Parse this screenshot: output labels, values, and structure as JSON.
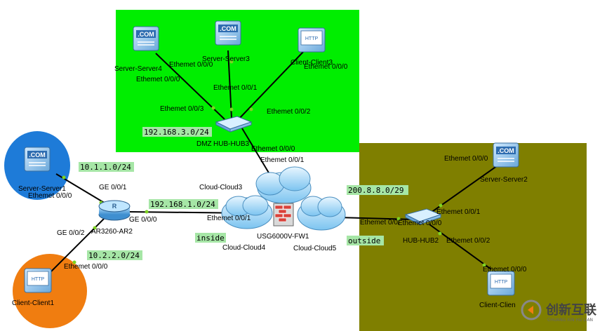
{
  "zones": {
    "dmz_color": "#00ee00",
    "outside_color": "#7f7f00",
    "server1_bg": "#1e7bd8",
    "client1_bg": "#f07d10"
  },
  "devices": {
    "server4": "Server-Server4",
    "server3": "Server-Server3",
    "client3": "Client-Client3",
    "hub3": "HUB-HUB3",
    "server1": "Server-Server1",
    "router": "AR3260-AR2",
    "cloud3": "Cloud-Cloud3",
    "cloud4": "Cloud-Cloud4",
    "cloud5": "Cloud-Cloud5",
    "firewall": "USG6000V-FW1",
    "client1": "Client-Client1",
    "server2": "Server-Server2",
    "hub2": "HUB-HUB2",
    "client2": "Client-Clien"
  },
  "zone_labels": {
    "dmz": "DMZ",
    "inside": "inside",
    "outside": "outside"
  },
  "networks": {
    "dmz": "192.168.3.0/24",
    "server1": "10.1.1.0/24",
    "router_fw": "192.168.1.0/24",
    "client1": "10.2.2.0/24",
    "outside": "200.8.8.0/29"
  },
  "ports": {
    "s4_eth": "Ethemet 0/0/0",
    "hub3_s4": "Ethemet 0/0/0",
    "hub3_eth3": "Ethemet 0/0/3",
    "hub3_eth1": "Ethemet 0/0/1",
    "hub3_eth2": "Ethemet 0/0/2",
    "c3_eth": "Ethemet 0/0/0",
    "hub3_eth0": "Ethemet 0/0/0",
    "cloud3_eth1": "Ethemet 0/0/1",
    "s1_eth": "Ethemet 0/0/0",
    "r_ge001": "GE 0/0/1",
    "r_ge000": "GE 0/0/0",
    "r_ge002": "GE 0/0/2",
    "c1_eth": "Ethemet 0/0/0",
    "cloud4_eth1": "Ethemet 0/0/1",
    "cloud5_eth": "Ethemet 0/0/",
    "hub2_eth0": "Ethemet 0/0/0",
    "s2_eth": "Ethemet 0/0/0",
    "hub2_eth1": "Ethemet 0/0/1",
    "hub2_eth2": "Ethemet 0/0/2",
    "c2_eth": "Ethemet 0/0/0"
  },
  "watermark": {
    "main": "创新互联",
    "sub": "CHUANG XIN HU LIAN"
  }
}
